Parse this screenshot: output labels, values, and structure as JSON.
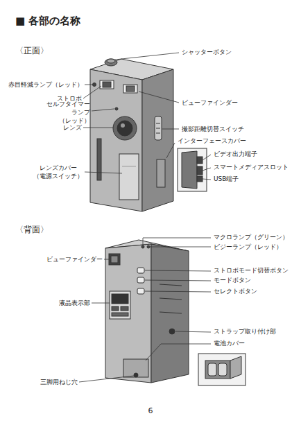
{
  "diagram": {
    "title": "■ 各部の名称",
    "labels": [
      "〈正面〉",
      "シャッターボタン",
      "赤目軽減ランプ（レッド）",
      "ストロボ",
      "セルフタイマー ランプ（レッド）",
      "ビューファインダー",
      "レンズ",
      "撮影距離切替スイッチ",
      "インターフェースカバー",
      "ビデオ出力端子",
      "スマートメディアスロット",
      "USB端子",
      "レンズカバー （電源スイッチ）",
      "〈背面〉",
      "マクロランプ（グリーン）",
      "ビジーランプ（レッド）",
      "ビューファインダー",
      "ストロボモード切替ボタン",
      "モードボタン",
      "セレクトボタン",
      "液晶表示部",
      "ストラップ取り付け部",
      "電池カバー",
      "三脚用ねじ穴",
      "6"
    ]
  }
}
